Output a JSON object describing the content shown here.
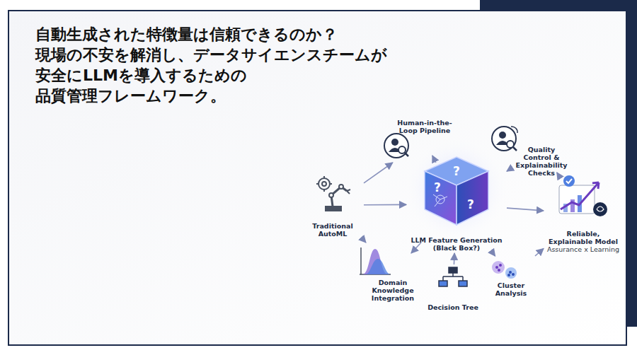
{
  "diagram": {
    "title": "自動生成された特徴量は信頼できるのか？ 現場の不安を解消し、データサイエンスチームが 安全にLLMを導入するための 品質管理フレームワーク。",
    "nodes": [
      {
        "text": [
          "Human-in-the-Loop Pipeline"
        ]
      },
      {
        "text": [
          "Quality Control & Explainability Checks"
        ]
      },
      {
        "text": [
          "Traditional AutoML"
        ]
      },
      {
        "text": [
          "LLM Feature Generation (Black Box?)"
        ]
      },
      {
        "text": [
          "Domain Knowledge Integration"
        ]
      },
      {
        "text": [
          "Decision Tree"
        ]
      },
      {
        "text": [
          "Cluster Analysis"
        ]
      },
      {
        "text": [
          "Reliable, Explainable Model",
          "Assurance x Learning"
        ]
      }
    ],
    "edges": [
      {
        "from": 2,
        "to": 0,
        "arrow": "to"
      },
      {
        "from": 2,
        "to": 3,
        "arrow": "to"
      },
      {
        "from": 2,
        "to": 4,
        "arrow": "to"
      },
      {
        "from": 0,
        "to": 3,
        "arrow": "to"
      },
      {
        "from": 1,
        "to": 3,
        "arrow": "to"
      },
      {
        "from": 4,
        "to": 3,
        "arrow": "to"
      },
      {
        "from": 5,
        "to": 3,
        "arrow": "to"
      },
      {
        "from": 3,
        "to": 6,
        "arrow": "to"
      },
      {
        "from": 3,
        "to": 7,
        "arrow": "to"
      },
      {
        "from": 1,
        "to": 7,
        "arrow": "to"
      },
      {
        "from": 6,
        "to": 7,
        "arrow": "to"
      }
    ],
    "labels": [
      "?",
      "?",
      "?"
    ]
  }
}
